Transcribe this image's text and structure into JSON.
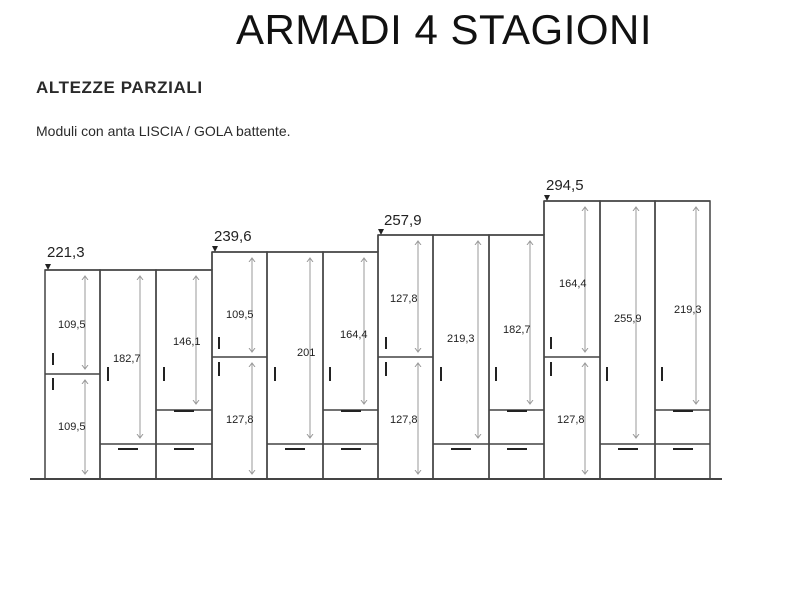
{
  "header": {
    "title": "ARMADI 4 STAGIONI",
    "subtitle": "ALTEZZE PARZIALI",
    "caption": "Moduli con anta LISCIA / GOLA battente."
  },
  "total_heights": [
    "221,3",
    "239,6",
    "257,9",
    "294,5"
  ],
  "sections": [
    {
      "total": "221,3",
      "modules": [
        {
          "labels": [
            "109,5",
            "109,5"
          ]
        },
        {
          "labels": [
            "182,7"
          ]
        },
        {
          "labels": [
            "146,1"
          ]
        }
      ]
    },
    {
      "total": "239,6",
      "modules": [
        {
          "labels": [
            "109,5",
            "127,8"
          ]
        },
        {
          "labels": [
            "201"
          ]
        },
        {
          "labels": [
            "164,4"
          ]
        }
      ]
    },
    {
      "total": "257,9",
      "modules": [
        {
          "labels": [
            "127,8",
            "127,8"
          ]
        },
        {
          "labels": [
            "219,3"
          ]
        },
        {
          "labels": [
            "182,7"
          ]
        }
      ]
    },
    {
      "total": "294,5",
      "modules": [
        {
          "labels": [
            "164,4",
            "127,8"
          ]
        },
        {
          "labels": [
            "255,9"
          ]
        },
        {
          "labels": [
            "219,3"
          ]
        }
      ]
    }
  ]
}
